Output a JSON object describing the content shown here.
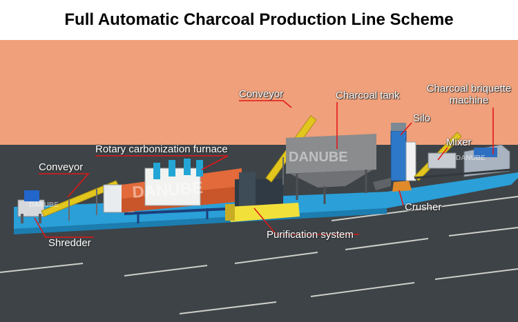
{
  "title": "Full Automatic Charcoal Production Line Scheme",
  "colors": {
    "sky": "#f0a07a",
    "ground": "#3d4347",
    "floor": "#2a9fd8",
    "leader": "#e01818",
    "label_text": "#ffffff"
  },
  "watermark": "DANUBE",
  "labels": {
    "conveyor_left": "Conveyor",
    "conveyor_top": "Conveyor",
    "rotary_furnace": "Rotary carbonization furnace",
    "charcoal_tank": "Charcoal tank",
    "briquette_machine_line1": "Charcoal briquette",
    "briquette_machine_line2": "machine",
    "silo": "Silo",
    "mixer": "Mixer",
    "crusher": "Crusher",
    "shredder": "Shredder",
    "purification": "Purification system"
  }
}
